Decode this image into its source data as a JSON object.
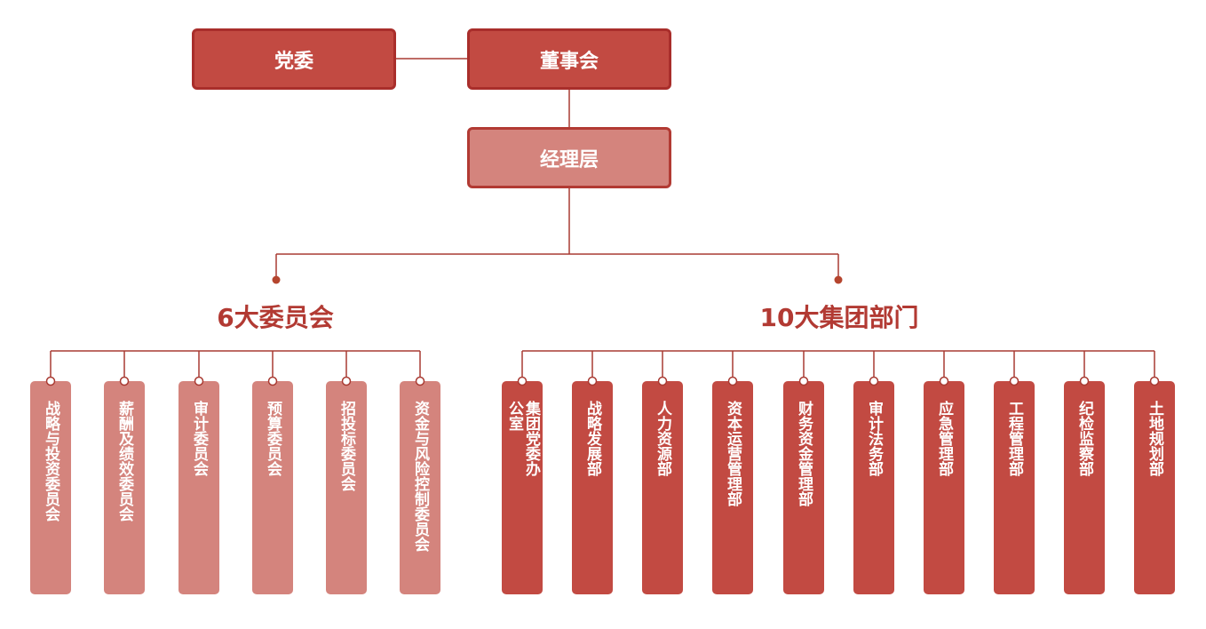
{
  "top": {
    "party_committee": "党委",
    "board": "董事会",
    "management": "经理层"
  },
  "committees": {
    "heading": "6大委员会",
    "items": [
      "战略与投资委员会",
      "薪酬及绩效委员会",
      "审计委员会",
      "预算委员会",
      "招投标委员会",
      "资金与风险控制委员会"
    ]
  },
  "departments": {
    "heading": "10大集团部门",
    "items": [
      "集团党委办公室",
      "战略发展部",
      "人力资源部",
      "资本运营管理部",
      "财务资金管理部",
      "审计法务部",
      "应急管理部",
      "工程管理部",
      "纪检监察部",
      "土地规划部"
    ]
  },
  "colors": {
    "dark_fill": "#c24a42",
    "light_fill": "#d4847d",
    "line": "#a93b33",
    "heading": "#b23a33"
  }
}
